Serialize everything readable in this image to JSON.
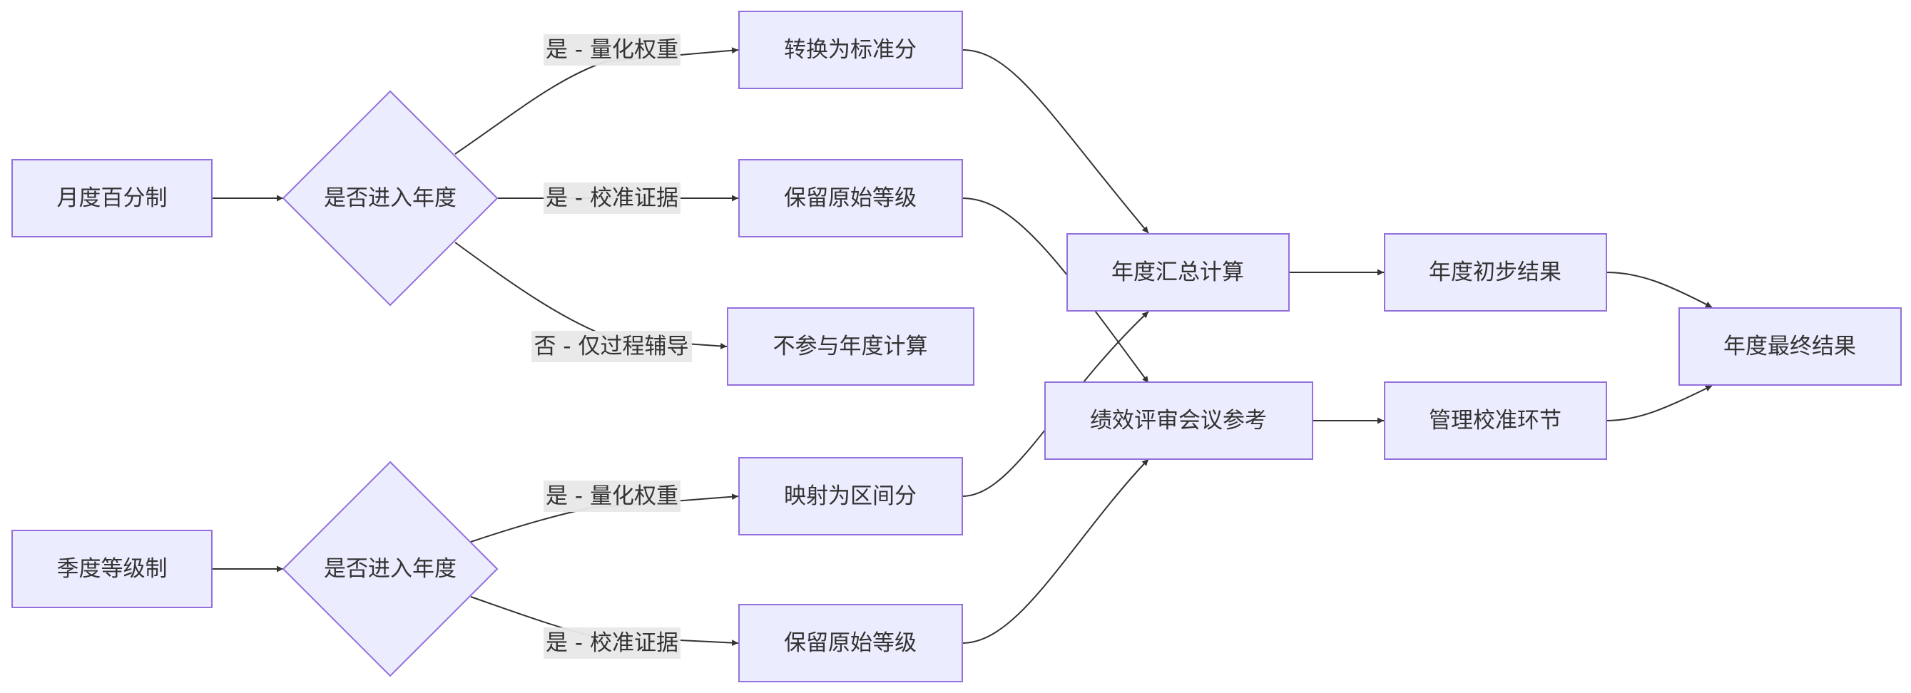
{
  "nodes": {
    "monthly": "月度百分制",
    "decision_monthly": "是否进入年度",
    "convert_standard": "转换为标准分",
    "keep_grade_monthly": "保留原始等级",
    "not_annual": "不参与年度计算",
    "quarterly": "季度等级制",
    "decision_quarterly": "是否进入年度",
    "map_interval": "映射为区间分",
    "keep_grade_quarterly": "保留原始等级",
    "annual_calc": "年度汇总计算",
    "review_meeting": "绩效评审会议参考",
    "annual_prelim": "年度初步结果",
    "calibration": "管理校准环节",
    "annual_final": "年度最终结果"
  },
  "edge_labels": {
    "monthly_quant": "是 - 量化权重",
    "monthly_calib": "是 - 校准证据",
    "monthly_no": "否 - 仅过程辅导",
    "quarterly_quant": "是 - 量化权重",
    "quarterly_calib": "是 - 校准证据"
  },
  "colors": {
    "node_fill": "#ececff",
    "node_stroke": "#9370db",
    "edge": "#333333",
    "label_background": "#e8e8e8"
  }
}
